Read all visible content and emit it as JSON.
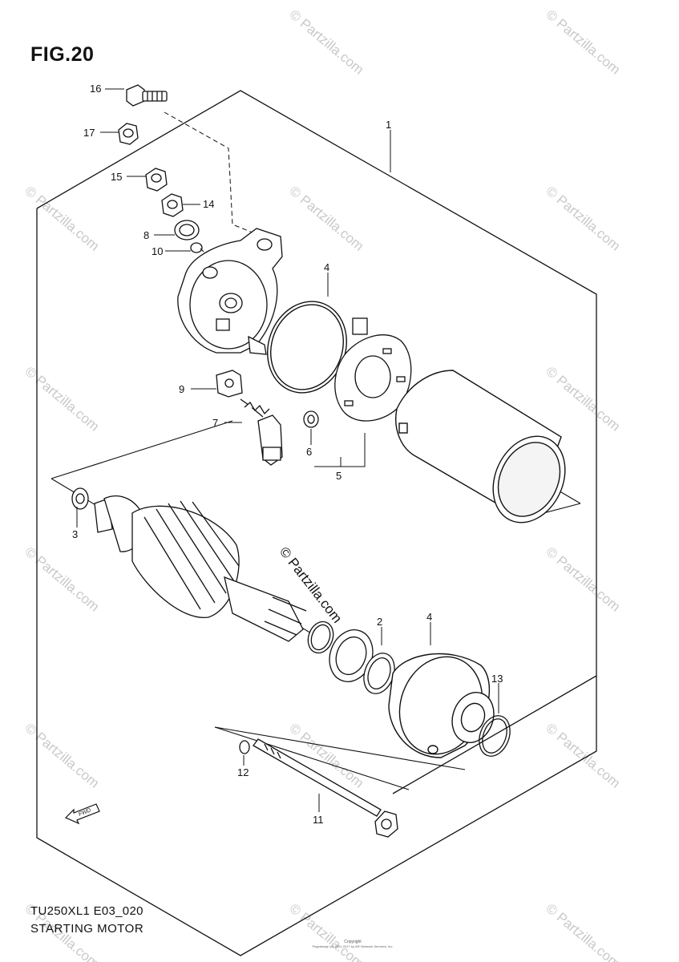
{
  "figure": {
    "title": "FIG.20",
    "model_code": "TU250XL1 E03_020",
    "page_title": "STARTING MOTOR",
    "copyright_label": "Copyright",
    "copyright_note": "Pagedesign (c) 2001-2017 by ARI Network Services, Inc."
  },
  "callouts": [
    {
      "number": "1"
    },
    {
      "number": "2"
    },
    {
      "number": "3"
    },
    {
      "number": "4",
      "part": "upper"
    },
    {
      "number": "4",
      "part": "lower"
    },
    {
      "number": "5"
    },
    {
      "number": "6"
    },
    {
      "number": "7"
    },
    {
      "number": "8"
    },
    {
      "number": "9"
    },
    {
      "number": "10"
    },
    {
      "number": "11"
    },
    {
      "number": "12"
    },
    {
      "number": "13"
    },
    {
      "number": "14"
    },
    {
      "number": "15"
    },
    {
      "number": "16"
    },
    {
      "number": "17"
    }
  ],
  "watermark": {
    "center_text": "© Partzilla.com",
    "tile_text": "© Partzilla.com"
  },
  "direction_indicator": {
    "label": "FWD"
  }
}
